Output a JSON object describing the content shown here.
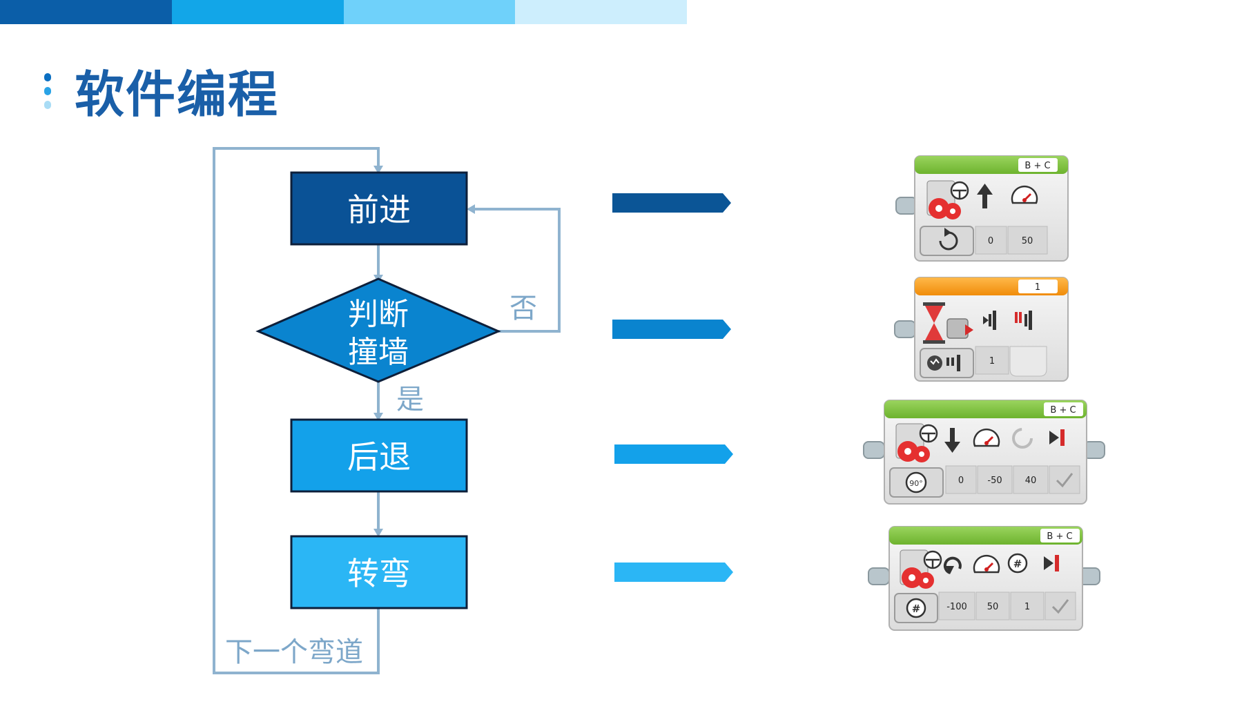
{
  "header": {
    "bar_colors": [
      "#0b5ea8",
      "#12a6e8",
      "#6fd1fa",
      "#cdeefd"
    ],
    "title": "软件编程",
    "dot_colors": [
      "#0b6fc2",
      "#2aa3e6",
      "#a9dcf5"
    ]
  },
  "flowchart": {
    "forward": {
      "label": "前进",
      "color": "#0a5296"
    },
    "decision": {
      "label_line1": "判断",
      "label_line2": "撞墙",
      "color": "#0a84cf"
    },
    "back": {
      "label": "后退",
      "color": "#13a1ea"
    },
    "turn": {
      "label": "转弯",
      "color": "#2bb6f5"
    },
    "no_label": "否",
    "yes_label": "是",
    "loop_label": "下一个弯道",
    "line_color": "#8fb3cf",
    "text_color": "#7da7c9"
  },
  "arrows": [
    "#0b5596",
    "#0a84cf",
    "#13a1ea",
    "#2bb6f5"
  ],
  "blocks": [
    {
      "port": "B + C",
      "header_color": "#77c03a",
      "values": [
        "0",
        "50"
      ],
      "icons": [
        "steering-motor-icon",
        "arrow-up-icon",
        "speed-gauge-icon",
        "rotate-mode-icon"
      ]
    },
    {
      "port": "1",
      "header_color": "#f49a16",
      "values": [
        "1"
      ],
      "icons": [
        "hourglass-wait-icon",
        "touch-sensor-icon",
        "touch-state-icon"
      ]
    },
    {
      "port": "B + C",
      "header_color": "#77c03a",
      "values": [
        "0",
        "-50",
        "40"
      ],
      "icons": [
        "steering-motor-icon",
        "arrow-down-icon",
        "speed-gauge-icon",
        "degrees-icon",
        "brake-icon",
        "degrees-mode-icon"
      ]
    },
    {
      "port": "B + C",
      "header_color": "#77c03a",
      "values": [
        "-100",
        "50",
        "1"
      ],
      "icons": [
        "steering-motor-icon",
        "turn-icon",
        "speed-gauge-icon",
        "rotations-icon",
        "brake-icon",
        "rotations-mode-icon"
      ]
    }
  ]
}
